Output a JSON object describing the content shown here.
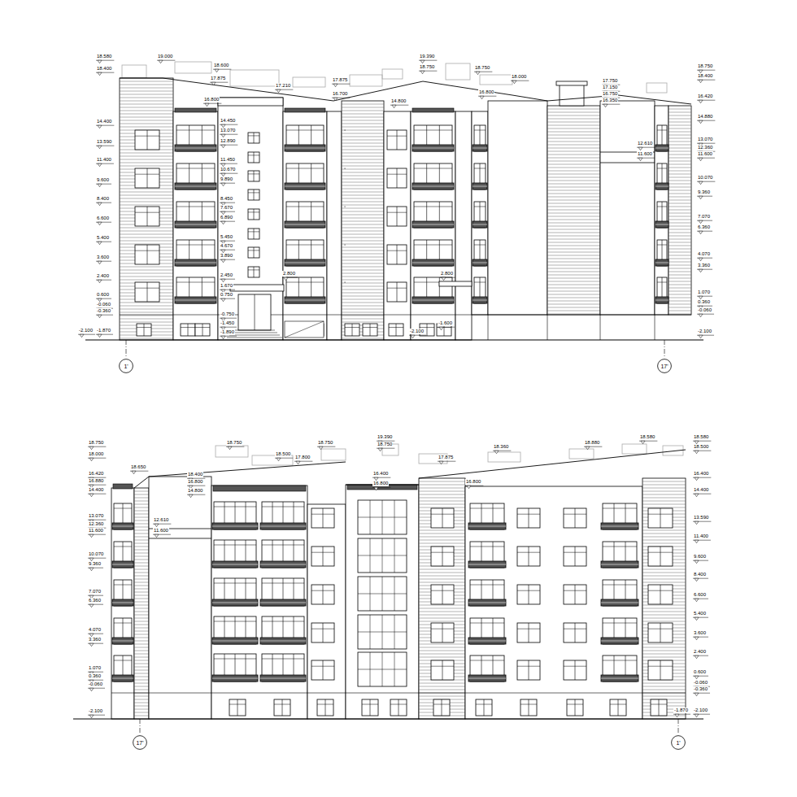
{
  "diagram": {
    "nodes": [
      {
        "text": [
          "1'"
        ]
      },
      {
        "text": [
          "17'"
        ]
      },
      {
        "text": [
          "17'"
        ]
      },
      {
        "text": [
          "1'"
        ]
      }
    ],
    "labels": [
      "18.580",
      "18.400",
      "19.000",
      "18.600",
      "17.875",
      "16.800",
      "17.210",
      "17.875",
      "16.700",
      "19.390",
      "18.750",
      "18.750",
      "18.000",
      "16.800",
      "14.800",
      "17.750",
      "17.150",
      "16.750",
      "16.350",
      "18.750",
      "18.400",
      "16.420",
      "14.880",
      "13.070",
      "12.360",
      "11.600",
      "10.070",
      "9.360",
      "7.070",
      "6.360",
      "4.070",
      "3.360",
      "1.070",
      "0.360",
      "-0.060",
      "-2.100",
      "12.610",
      "11.600",
      "14.400",
      "13.590",
      "11.400",
      "9.600",
      "8.400",
      "6.600",
      "5.400",
      "3.600",
      "2.400",
      "0.600",
      "-0.060",
      "-0.360",
      "-1.870",
      "-2.100",
      "14.450",
      "13.070",
      "12.890",
      "11.450",
      "10.670",
      "9.890",
      "8.450",
      "7.670",
      "6.890",
      "5.450",
      "4.670",
      "3.890",
      "2.450",
      "1.670",
      "0.750",
      "-0.750",
      "-1.450",
      "-1.890",
      "2.800",
      "2.800",
      "-2.100",
      "-1.600",
      "18.750",
      "18.000",
      "16.420",
      "16.880",
      "14.400",
      "13.070",
      "12.360",
      "11.600",
      "10.070",
      "9.360",
      "7.070",
      "6.360",
      "4.070",
      "3.360",
      "1.070",
      "0.360",
      "-0.060",
      "-2.100",
      "18.580",
      "18.500",
      "16.400",
      "14.400",
      "13.590",
      "11.400",
      "9.600",
      "8.400",
      "6.600",
      "5.400",
      "3.600",
      "2.400",
      "0.600",
      "-0.060",
      "-0.360",
      "-1.870",
      "-2.100",
      "18.750",
      "18.500",
      "18.750",
      "19.390",
      "18.750",
      "17.875",
      "18.360",
      "18.880",
      "18.580",
      "17.800",
      "18.650",
      "18.400",
      "16.800",
      "14.800",
      "12.610",
      "11.600",
      "16.400",
      "16.800",
      "16.800"
    ]
  }
}
